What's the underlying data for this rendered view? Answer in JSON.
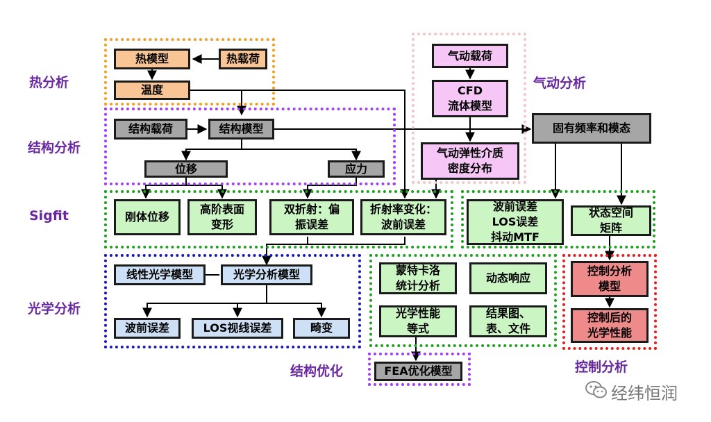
{
  "labels": {
    "thermal": "热分析",
    "structural": "结构分析",
    "sigfit": "Sigfit",
    "optical": "光学分析",
    "aero": "气动分析",
    "struct_opt": "结构优化",
    "control": "控制分析"
  },
  "nodes": {
    "thermal_model": "热模型",
    "thermal_load": "热载荷",
    "temperature": "温度",
    "struct_load": "结构载荷",
    "struct_model": "结构模型",
    "displacement": "位移",
    "stress": "应力",
    "rigid_disp": "刚体位移",
    "high_order": "高阶表面\n变形",
    "birefringence": "双折射：偏\n振误差",
    "refractive": "折射率变化：\n波前误差",
    "aero_load": "气动载荷",
    "cfd": "CFD\n流体模型",
    "aeroelastic": "气动弹性介质\n密度分布",
    "modal": "固有频率和模态",
    "wavefront_los": "波前误差\nLOS误差\n抖动MTF",
    "state_space": "状态空间\n矩阵",
    "linear_optics": "线性光学模型",
    "optical_model": "光学分析模型",
    "wavefront_err": "波前误差",
    "los_err": "LOS视线误差",
    "distortion": "畸变",
    "monte_carlo": "蒙特卡洛\n统计分析",
    "dynamic_resp": "动态响应",
    "opt_perf": "光学性能\n等式",
    "results": "结果图、\n表、文件",
    "fea_opt": "FEA优化模型",
    "control_model": "控制分析\n模型",
    "controlled_perf": "控制后的\n光学性能"
  },
  "watermark": {
    "text": "经纬恒润",
    "icon": "wechat-icon"
  },
  "colors": {
    "thermal_border": "#f0a020",
    "structural_border": "#a040f0",
    "sigfit_border": "#20a020",
    "optical_border": "#1a1ab0",
    "aero_border": "#f0c8c8",
    "control_border": "#e02020",
    "label_text": "#6a28a0"
  }
}
